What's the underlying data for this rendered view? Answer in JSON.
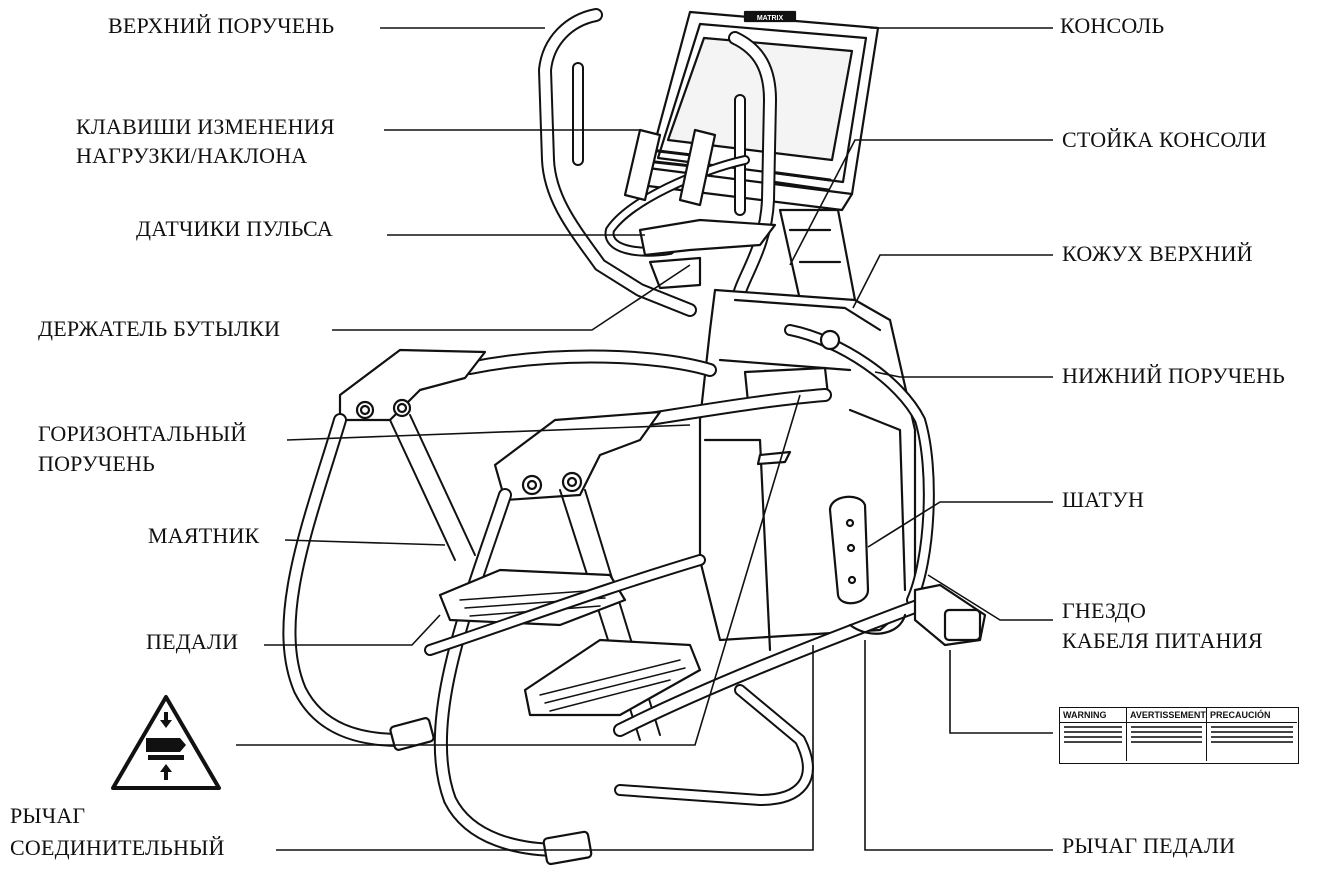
{
  "labels": {
    "upper_handlebar": "ВЕРХНИЙ ПОРУЧЕНЬ",
    "resistance_keys_1": "КЛАВИШИ ИЗМЕНЕНИЯ",
    "resistance_keys_2": "НАГРУЗКИ/НАКЛОНА",
    "pulse_sensors": "ДАТЧИКИ ПУЛЬСА",
    "bottle_holder": "ДЕРЖАТЕЛЬ БУТЫЛКИ",
    "horizontal_handlebar_1": "ГОРИЗОНТАЛЬНЫЙ",
    "horizontal_handlebar_2": "ПОРУЧЕНЬ",
    "pendulum": "МАЯТНИК",
    "pedals": "ПЕДАЛИ",
    "connecting_arm_1": "РЫЧАГ",
    "connecting_arm_2": "СОЕДИНИТЕЛЬНЫЙ",
    "console": "КОНСОЛЬ",
    "console_mast": "СТОЙКА КОНСОЛИ",
    "upper_shroud": "КОЖУХ ВЕРХНИЙ",
    "lower_handlebar": "НИЖНИЙ ПОРУЧЕНЬ",
    "crank": "ШАТУН",
    "power_socket_1": "ГНЕЗДО",
    "power_socket_2": "КАБЕЛЯ ПИТАНИЯ",
    "pedal_arm": "РЫЧАГ ПЕДАЛИ"
  },
  "brand_logo": "MATRIX",
  "warning_sticker": {
    "col1": "WARNING",
    "col2": "AVERTISSEMENT",
    "col3": "PRECAUCIÓN"
  },
  "icons": [
    "pinch-hazard-warning-icon"
  ]
}
